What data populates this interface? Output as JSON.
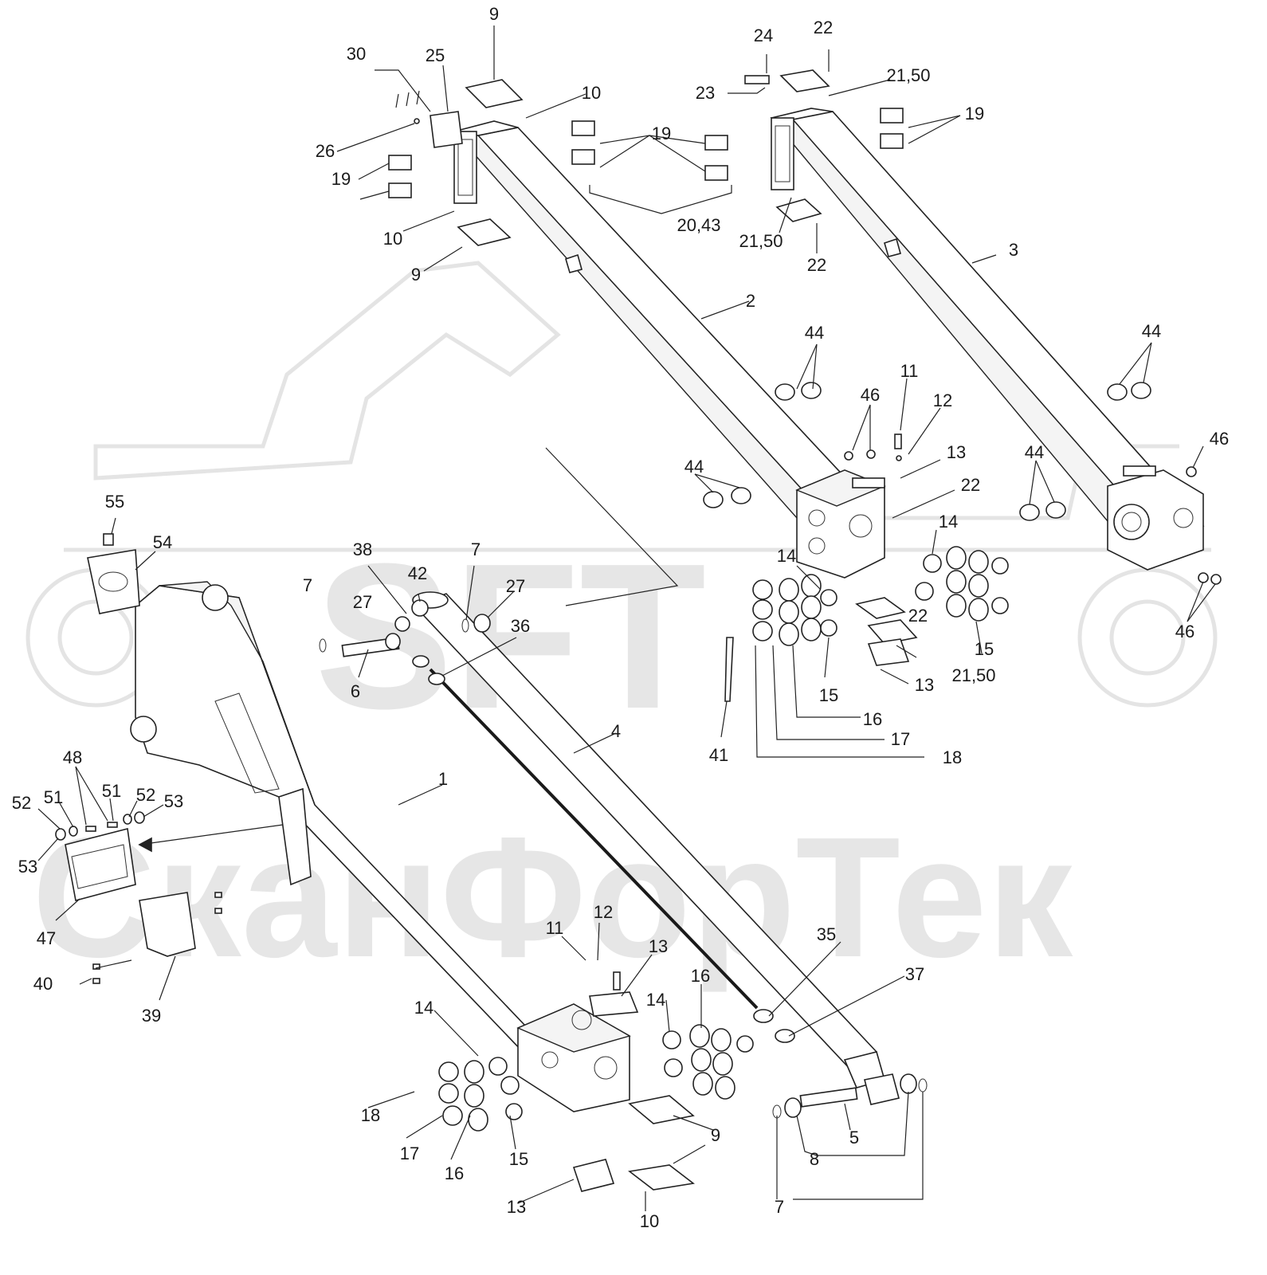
{
  "watermark": {
    "logo": "SFT",
    "text": "СканФорТек"
  },
  "labels": [
    {
      "id": "l9a",
      "text": "9"
    },
    {
      "id": "l30",
      "text": "30"
    },
    {
      "id": "l25",
      "text": "25"
    },
    {
      "id": "l10a",
      "text": "10"
    },
    {
      "id": "l26",
      "text": "26"
    },
    {
      "id": "l19a",
      "text": "19"
    },
    {
      "id": "l10b",
      "text": "10"
    },
    {
      "id": "l9b",
      "text": "9"
    },
    {
      "id": "l19b",
      "text": "19"
    },
    {
      "id": "l2043",
      "text": "20,43"
    },
    {
      "id": "l24",
      "text": "24"
    },
    {
      "id": "l22a",
      "text": "22"
    },
    {
      "id": "l23",
      "text": "23"
    },
    {
      "id": "l2150a",
      "text": "21,50"
    },
    {
      "id": "l19c",
      "text": "19"
    },
    {
      "id": "l2150b",
      "text": "21,50"
    },
    {
      "id": "l22b",
      "text": "22"
    },
    {
      "id": "l3",
      "text": "3"
    },
    {
      "id": "l2",
      "text": "2"
    },
    {
      "id": "l44a",
      "text": "44"
    },
    {
      "id": "l46a",
      "text": "46"
    },
    {
      "id": "l11a",
      "text": "11"
    },
    {
      "id": "l12a",
      "text": "12"
    },
    {
      "id": "l13a",
      "text": "13"
    },
    {
      "id": "l22c",
      "text": "22"
    },
    {
      "id": "l44b",
      "text": "44"
    },
    {
      "id": "l46b",
      "text": "46"
    },
    {
      "id": "l44c",
      "text": "44"
    },
    {
      "id": "l44d",
      "text": "44"
    },
    {
      "id": "l14a",
      "text": "14"
    },
    {
      "id": "l14b",
      "text": "14"
    },
    {
      "id": "l22d",
      "text": "22"
    },
    {
      "id": "l15a",
      "text": "15"
    },
    {
      "id": "l46c",
      "text": "46"
    },
    {
      "id": "l2150c",
      "text": "21,50"
    },
    {
      "id": "l13b",
      "text": "13"
    },
    {
      "id": "l15b",
      "text": "15"
    },
    {
      "id": "l16a",
      "text": "16"
    },
    {
      "id": "l17a",
      "text": "17"
    },
    {
      "id": "l18a",
      "text": "18"
    },
    {
      "id": "l41",
      "text": "41"
    },
    {
      "id": "l55",
      "text": "55"
    },
    {
      "id": "l54",
      "text": "54"
    },
    {
      "id": "l38",
      "text": "38"
    },
    {
      "id": "l42",
      "text": "42"
    },
    {
      "id": "l7a",
      "text": "7"
    },
    {
      "id": "l27a",
      "text": "27"
    },
    {
      "id": "l7b",
      "text": "7"
    },
    {
      "id": "l27b",
      "text": "27"
    },
    {
      "id": "l36",
      "text": "36"
    },
    {
      "id": "l6",
      "text": "6"
    },
    {
      "id": "l4",
      "text": "4"
    },
    {
      "id": "l1",
      "text": "1"
    },
    {
      "id": "l48",
      "text": "48"
    },
    {
      "id": "l52a",
      "text": "52"
    },
    {
      "id": "l51a",
      "text": "51"
    },
    {
      "id": "l51b",
      "text": "51"
    },
    {
      "id": "l52b",
      "text": "52"
    },
    {
      "id": "l53a",
      "text": "53"
    },
    {
      "id": "l53b",
      "text": "53"
    },
    {
      "id": "l47",
      "text": "47"
    },
    {
      "id": "l40",
      "text": "40"
    },
    {
      "id": "l39",
      "text": "39"
    },
    {
      "id": "l11b",
      "text": "11"
    },
    {
      "id": "l12b",
      "text": "12"
    },
    {
      "id": "l13c",
      "text": "13"
    },
    {
      "id": "l35",
      "text": "35"
    },
    {
      "id": "l37",
      "text": "37"
    },
    {
      "id": "l14c",
      "text": "14"
    },
    {
      "id": "l16b",
      "text": "16"
    },
    {
      "id": "l14d",
      "text": "14"
    },
    {
      "id": "l18b",
      "text": "18"
    },
    {
      "id": "l17b",
      "text": "17"
    },
    {
      "id": "l16c",
      "text": "16"
    },
    {
      "id": "l15c",
      "text": "15"
    },
    {
      "id": "l9c",
      "text": "9"
    },
    {
      "id": "l5",
      "text": "5"
    },
    {
      "id": "l8",
      "text": "8"
    },
    {
      "id": "l7c",
      "text": "7"
    },
    {
      "id": "l13d",
      "text": "13"
    },
    {
      "id": "l10c",
      "text": "10"
    }
  ]
}
